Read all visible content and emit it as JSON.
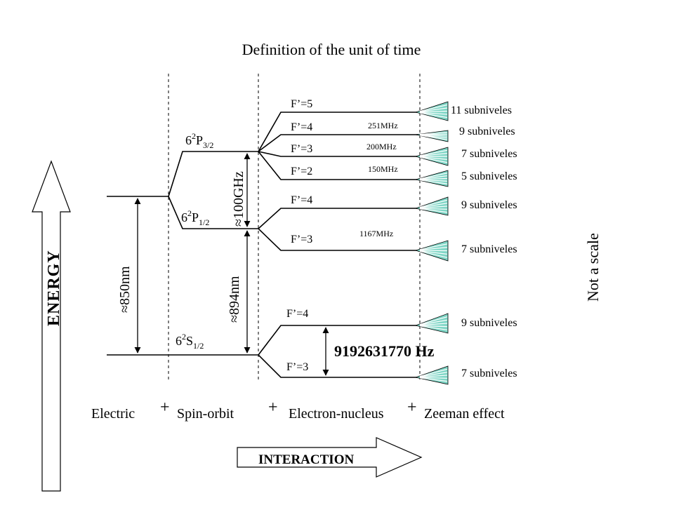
{
  "title": "Definition of the unit of time",
  "energy_label": "ENERGY",
  "not_a_scale": "Not a scale",
  "interaction_label": "INTERACTION",
  "interactions": [
    "Electric",
    "Spin-orbit",
    "Electron-nucleus",
    "Zeeman effect"
  ],
  "plus": "+",
  "levels": {
    "p32": {
      "main": "6",
      "sup": "2",
      "letter": "P",
      "sub": "3/2"
    },
    "p12": {
      "main": "6",
      "sup": "2",
      "letter": "P",
      "sub": "1/2"
    },
    "s12": {
      "main": "6",
      "sup": "2",
      "letter": "S",
      "sub": "1/2"
    }
  },
  "measures": {
    "nm850": "≈850nm",
    "nm894": "≈894nm",
    "ghz100": "≈100GHz",
    "hz": "9192631770 Hz"
  },
  "hyperfine": {
    "p32": [
      "F’=5",
      "F’=4",
      "F’=3",
      "F’=2"
    ],
    "p12": [
      "F’=4",
      "F’=3"
    ],
    "s12": [
      "F’=4",
      "F’=3"
    ]
  },
  "spacings": [
    "251MHz",
    "200MHz",
    "150MHz",
    "1167MHz"
  ],
  "zeeman": [
    "11 subniveles",
    "9 subniveles",
    "7 subniveles",
    "5 subniveles",
    "9 subniveles",
    "7 subniveles",
    "9 subniveles",
    "7 subniveles"
  ],
  "colors": {
    "zeeman_fill": "#7fd6c6",
    "line": "#000000",
    "background": "#ffffff"
  }
}
